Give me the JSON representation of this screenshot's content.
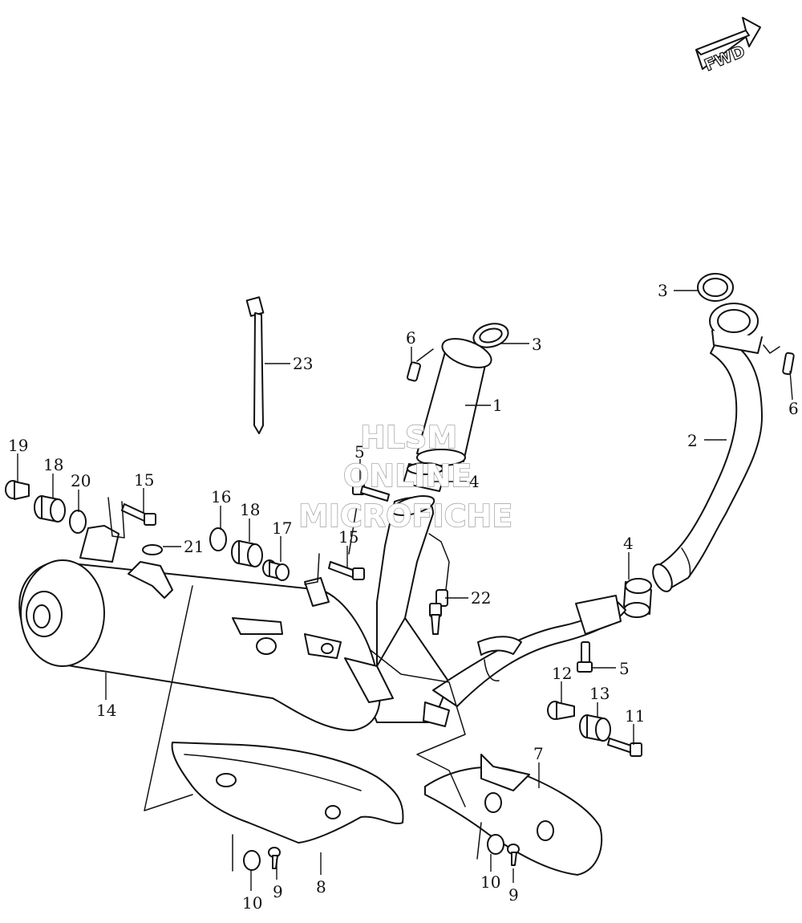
{
  "direction_badge": "FWD",
  "watermark": [
    "HLSM",
    "ONLINE",
    "MICROFICHE"
  ],
  "callouts": [
    {
      "id": "c23",
      "label": "23"
    },
    {
      "id": "c6a",
      "label": "6"
    },
    {
      "id": "c3a",
      "label": "3"
    },
    {
      "id": "c1",
      "label": "1"
    },
    {
      "id": "c3b",
      "label": "3"
    },
    {
      "id": "c2",
      "label": "2"
    },
    {
      "id": "c6b",
      "label": "6"
    },
    {
      "id": "c5a",
      "label": "5"
    },
    {
      "id": "c4a",
      "label": "4"
    },
    {
      "id": "c19",
      "label": "19"
    },
    {
      "id": "c18a",
      "label": "18"
    },
    {
      "id": "c20",
      "label": "20"
    },
    {
      "id": "c15a",
      "label": "15"
    },
    {
      "id": "c16",
      "label": "16"
    },
    {
      "id": "c18b",
      "label": "18"
    },
    {
      "id": "c17",
      "label": "17"
    },
    {
      "id": "c15b",
      "label": "15"
    },
    {
      "id": "c21",
      "label": "21"
    },
    {
      "id": "c22",
      "label": "22"
    },
    {
      "id": "c4b",
      "label": "4"
    },
    {
      "id": "c5b",
      "label": "5"
    },
    {
      "id": "c12",
      "label": "12"
    },
    {
      "id": "c13",
      "label": "13"
    },
    {
      "id": "c11",
      "label": "11"
    },
    {
      "id": "c14",
      "label": "14"
    },
    {
      "id": "c7",
      "label": "7"
    },
    {
      "id": "c8",
      "label": "8"
    },
    {
      "id": "c10a",
      "label": "10"
    },
    {
      "id": "c9a",
      "label": "9"
    },
    {
      "id": "c10b",
      "label": "10"
    },
    {
      "id": "c9b",
      "label": "9"
    }
  ]
}
